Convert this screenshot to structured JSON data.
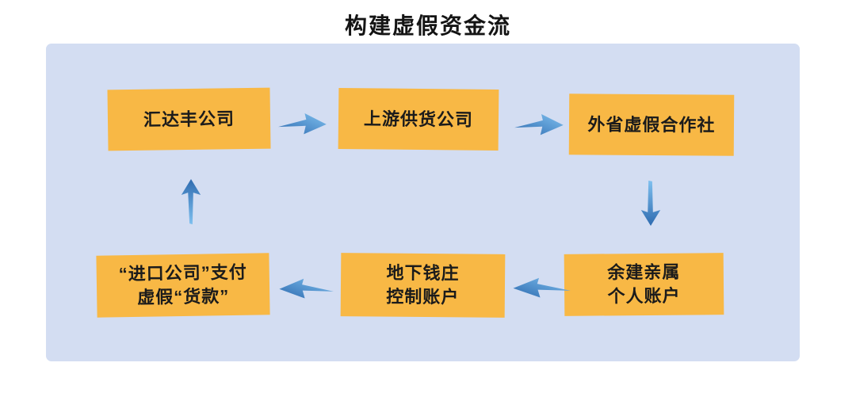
{
  "title": "构建虚假资金流",
  "nodes": {
    "n1": {
      "line1": "汇达丰公司"
    },
    "n2": {
      "line1": "上游供货公司"
    },
    "n3": {
      "line1": "外省虚假合作社"
    },
    "n4": {
      "line1": "“进口公司”支付",
      "line2": "虚假“货款”"
    },
    "n5": {
      "line1": "地下钱庄",
      "line2": "控制账户"
    },
    "n6": {
      "line1": "余建亲属",
      "line2": "个人账户"
    }
  },
  "edges": [
    {
      "from": "n1",
      "to": "n2",
      "direction": "right"
    },
    {
      "from": "n2",
      "to": "n3",
      "direction": "right"
    },
    {
      "from": "n3",
      "to": "n6",
      "direction": "down"
    },
    {
      "from": "n6",
      "to": "n5",
      "direction": "left"
    },
    {
      "from": "n5",
      "to": "n4",
      "direction": "left"
    },
    {
      "from": "n4",
      "to": "n1",
      "direction": "up"
    }
  ],
  "colors": {
    "panel_bg": "#D3DDF2",
    "node_fill": "#F8B845",
    "node_text": "#1B1B1B",
    "arrow_dark": "#2E6BB0",
    "arrow_light": "#7FC0EF",
    "title_text": "#141414"
  }
}
